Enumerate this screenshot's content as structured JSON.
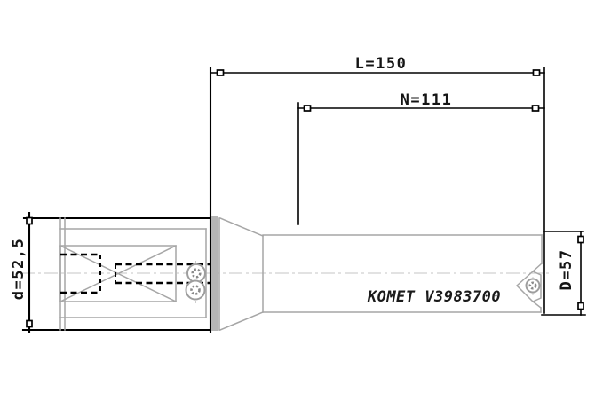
{
  "drawing": {
    "type": "technical-drawing",
    "tool_marking": "KOMET V3983700",
    "dimensions": {
      "overall_length": "L=150",
      "usable_length": "N=111",
      "body_diameter": "d=52,5",
      "cutting_diameter": "D=57"
    },
    "colors": {
      "object_line": "#000000",
      "secondary_line": "#a6a6a6",
      "centerline": "#c6c6c6",
      "text": "#141414",
      "background": "#ffffff"
    }
  }
}
